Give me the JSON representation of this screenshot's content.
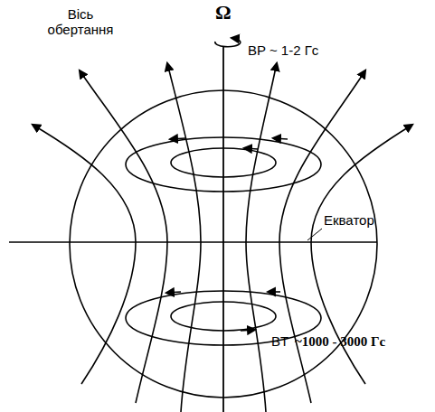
{
  "diagram": {
    "labels": [
      "Ω",
      "Вісь обертання",
      "BP ~ 1-2 Гс",
      "Екватор",
      "BT",
      "~1000 - 3000 Гс"
    ]
  }
}
